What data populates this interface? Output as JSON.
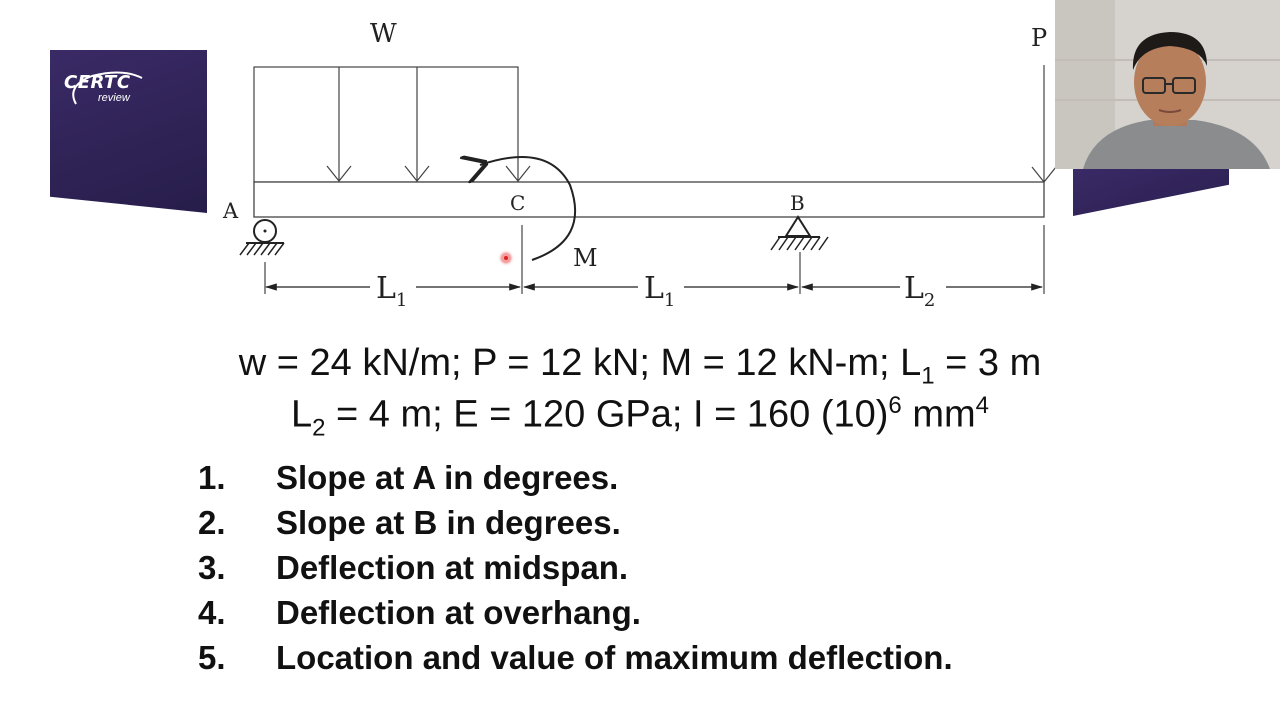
{
  "logo": {
    "brand": "CERTC",
    "sub": "review"
  },
  "diagram": {
    "load_w_label": "W",
    "load_p_label": "P",
    "point_a_label": "A",
    "point_b_label": "B",
    "point_c_label": "C",
    "moment_label": "M",
    "dims": [
      {
        "main": "L",
        "sub": "1"
      },
      {
        "main": "L",
        "sub": "1"
      },
      {
        "main": "L",
        "sub": "2"
      }
    ]
  },
  "params": {
    "line1_a": "w = 24 kN/m; P = 12 kN; M = 12 kN-m; L",
    "line1_sub": "1",
    "line1_b": " = 3 m",
    "line2_a": "L",
    "line2_sub": "2",
    "line2_b": " = 4 m; E = 120 GPa; I = 160 (10)",
    "line2_sup1": "6",
    "line2_c": " mm",
    "line2_sup2": "4"
  },
  "questions": [
    {
      "num": "1.",
      "text": "Slope at A in degrees."
    },
    {
      "num": "2.",
      "text": "Slope at B in degrees."
    },
    {
      "num": "3.",
      "text": "Deflection at midspan."
    },
    {
      "num": "4.",
      "text": "Deflection at overhang."
    },
    {
      "num": "5.",
      "text": "Location and value of maximum deflection."
    }
  ],
  "colors": {
    "brand_purple": "#2f2356",
    "line": "#333333"
  }
}
